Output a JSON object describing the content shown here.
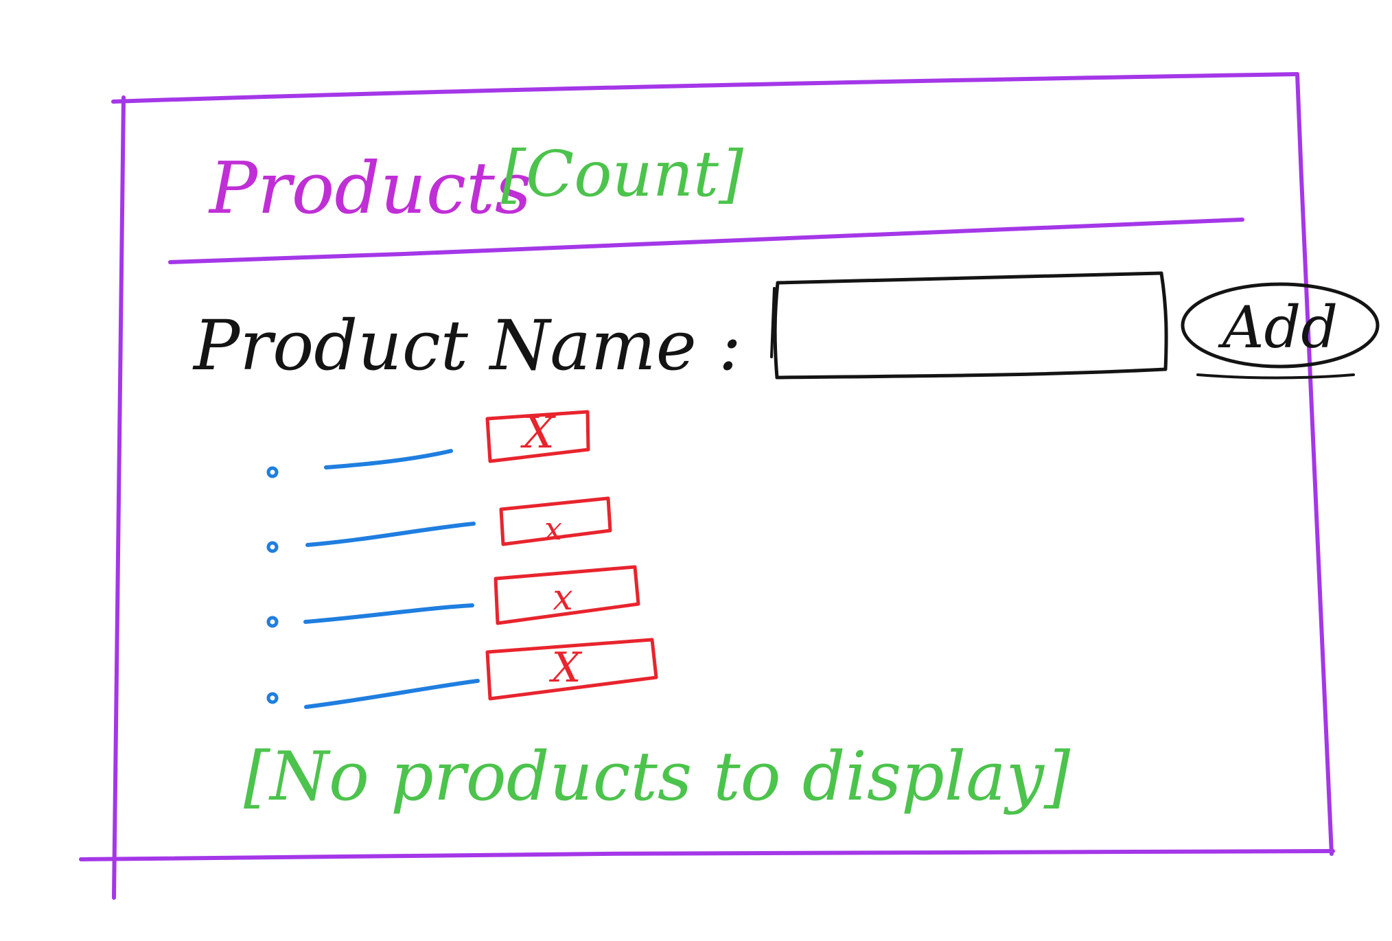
{
  "sketch": {
    "title": "Products",
    "count_placeholder": "[Count]",
    "field_label": "Product Name :",
    "input_value": "",
    "add_button": "Add",
    "empty_message": "[No products to display]"
  },
  "list_items": [
    {
      "delete_label": "X"
    },
    {
      "delete_label": "x"
    },
    {
      "delete_label": "x"
    },
    {
      "delete_label": "X"
    }
  ],
  "colors": {
    "frame": "#a437e8",
    "title": "#c02fd6",
    "placeholder": "#4cc34c",
    "ink": "#141414",
    "list_line": "#1f7ee0",
    "delete": "#e8242d"
  }
}
